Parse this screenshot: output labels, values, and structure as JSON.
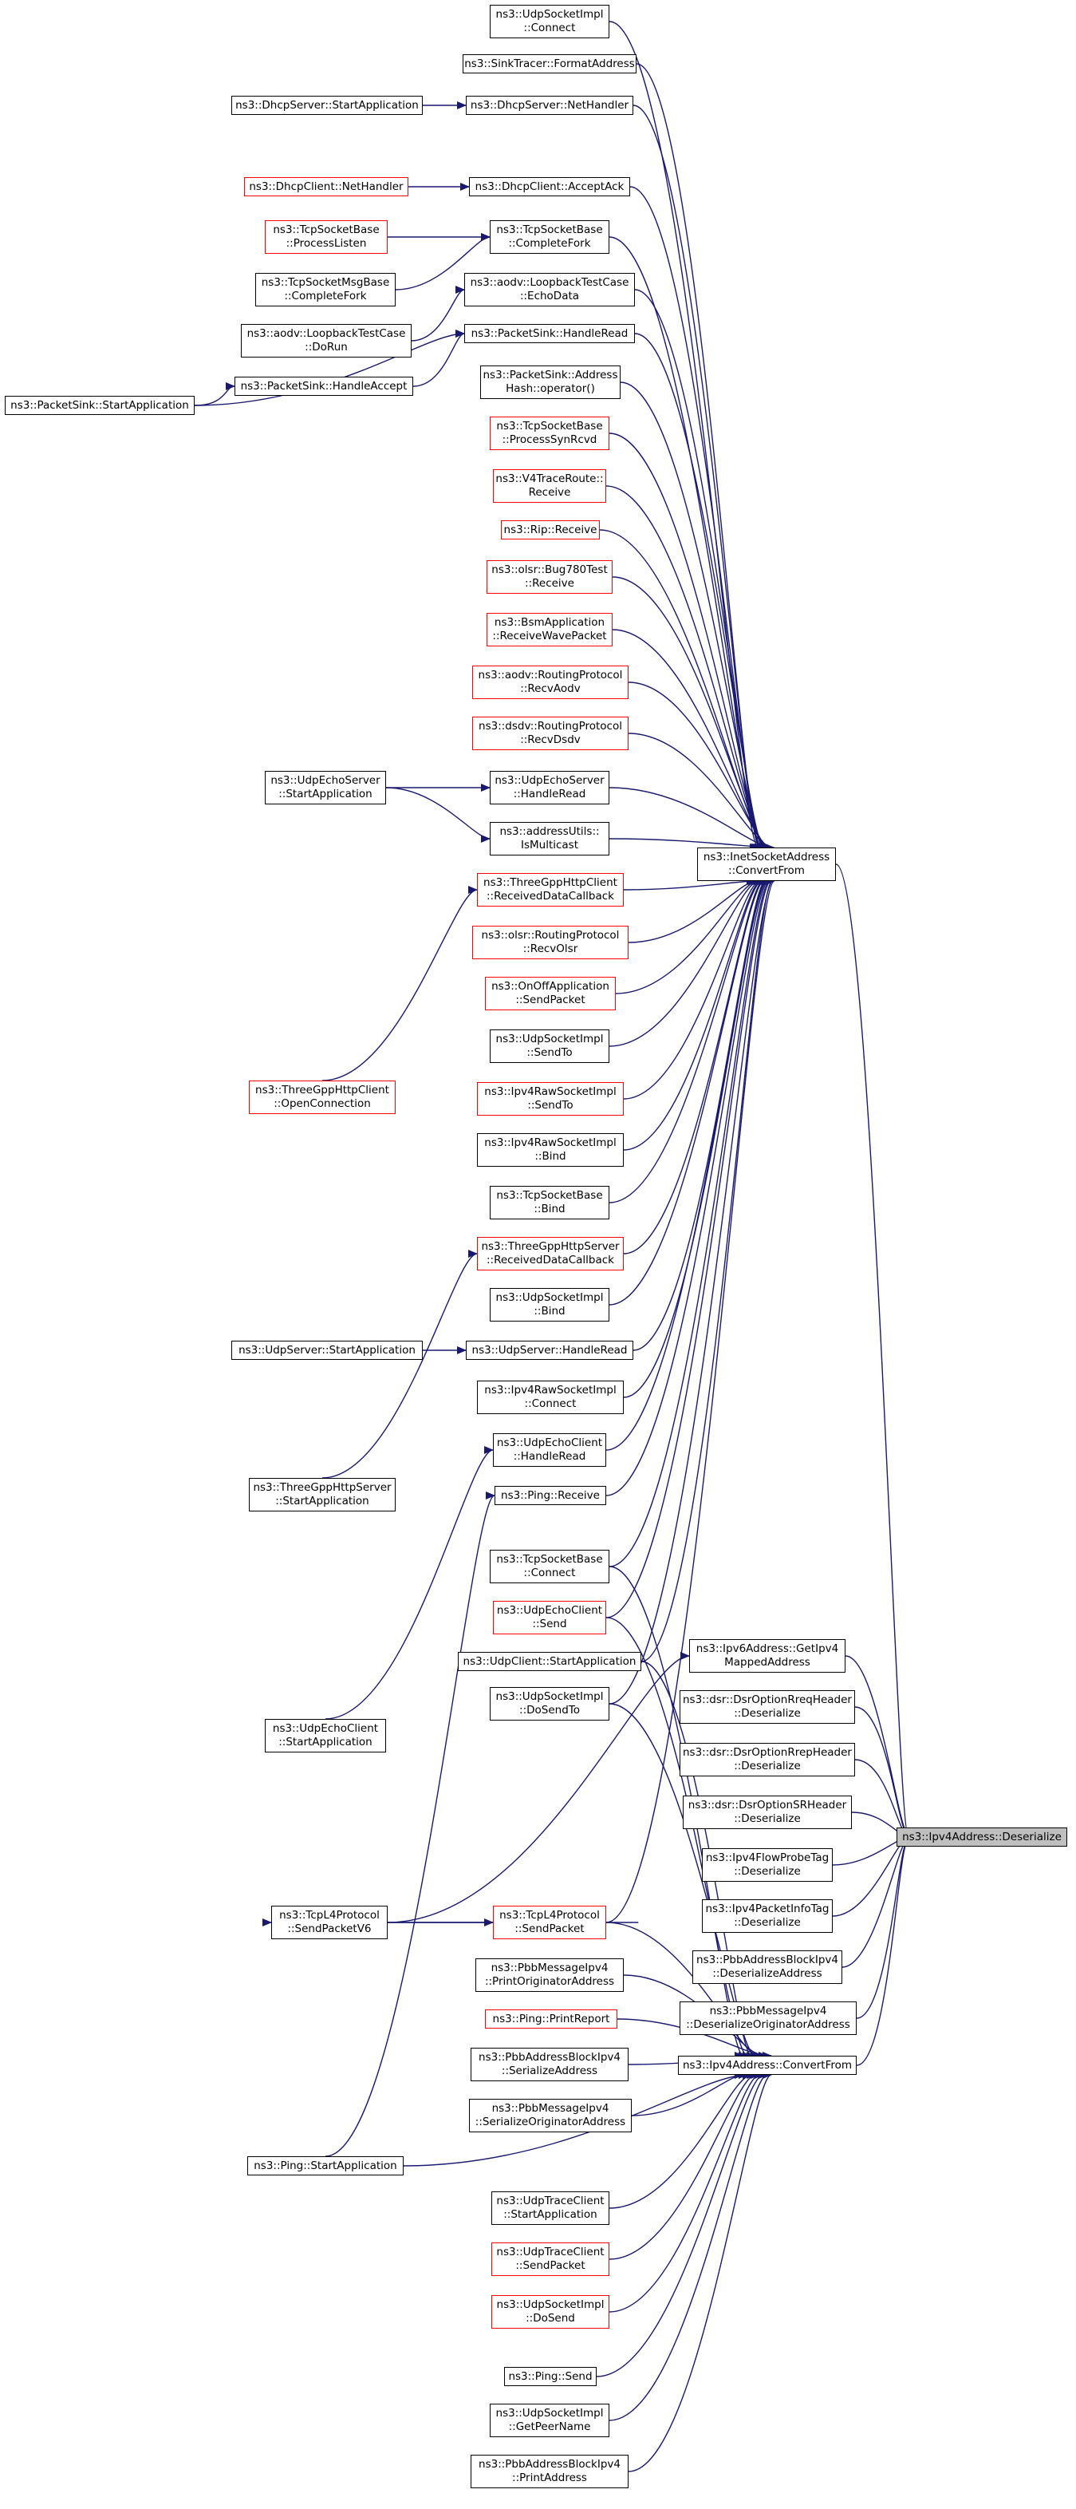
{
  "colors": {
    "edge": "#191970",
    "node_border": "#000000",
    "truncated_border": "#ff0000",
    "target_fill": "#bfbfbf"
  },
  "nodes": {
    "udpsocketimpl_connect": "ns3::UdpSocketImpl\n::Connect",
    "sinktracer_formataddress": "ns3::SinkTracer::FormatAddress",
    "dhcpserver_startapplication": "ns3::DhcpServer::StartApplication",
    "dhcpserver_nethandler": "ns3::DhcpServer::NetHandler",
    "dhcpclient_nethandler": "ns3::DhcpClient::NetHandler",
    "dhcpclient_acceptack": "ns3::DhcpClient::AcceptAck",
    "tcpsocketbase_processlisten": "ns3::TcpSocketBase\n::ProcessListen",
    "tcpsocketbase_completefork": "ns3::TcpSocketBase\n::CompleteFork",
    "tcpsocketmsgbase_completefork": "ns3::TcpSocketMsgBase\n::CompleteFork",
    "aodv_loopbacktestcase_echodata": "ns3::aodv::LoopbackTestCase\n::EchoData",
    "aodv_loopbacktestcase_dorun": "ns3::aodv::LoopbackTestCase\n::DoRun",
    "packetsink_handleread": "ns3::PacketSink::HandleRead",
    "packetsink_handleaccept": "ns3::PacketSink::HandleAccept",
    "packetsink_startapplication": "ns3::PacketSink::StartApplication",
    "packetsink_addresshash": "ns3::PacketSink::Address\nHash::operator()",
    "tcpsocketbase_processsynrcvd": "ns3::TcpSocketBase\n::ProcessSynRcvd",
    "v4traceroute_receive": "ns3::V4TraceRoute::\nReceive",
    "rip_receive": "ns3::Rip::Receive",
    "olsr_bug780test_receive": "ns3::olsr::Bug780Test\n::Receive",
    "bsmapplication_receivewavepacket": "ns3::BsmApplication\n::ReceiveWavePacket",
    "aodv_routingprotocol_recvaodv": "ns3::aodv::RoutingProtocol\n::RecvAodv",
    "dsdv_routingprotocol_recvdsdv": "ns3::dsdv::RoutingProtocol\n::RecvDsdv",
    "udpechoserver_startapplication": "ns3::UdpEchoServer\n::StartApplication",
    "udpechoserver_handleread": "ns3::UdpEchoServer\n::HandleRead",
    "addressutils_ismulticast": "ns3::addressUtils::\nIsMulticast",
    "inetsocketaddress_convertfrom": "ns3::InetSocketAddress\n::ConvertFrom",
    "threegpphttpclient_receiveddatacallback": "ns3::ThreeGppHttpClient\n::ReceivedDataCallback",
    "olsr_routingprotocol_recvolsr": "ns3::olsr::RoutingProtocol\n::RecvOlsr",
    "onoffapplication_sendpacket": "ns3::OnOffApplication\n::SendPacket",
    "udpsocketimpl_sendto": "ns3::UdpSocketImpl\n::SendTo",
    "threegpphttpclient_openconnection": "ns3::ThreeGppHttpClient\n::OpenConnection",
    "ipv4rawsocketimpl_sendto": "ns3::Ipv4RawSocketImpl\n::SendTo",
    "ipv4rawsocketimpl_bind": "ns3::Ipv4RawSocketImpl\n::Bind",
    "tcpsocketbase_bind": "ns3::TcpSocketBase\n::Bind",
    "threegpphttpserver_receiveddatacallback": "ns3::ThreeGppHttpServer\n::ReceivedDataCallback",
    "udpsocketimpl_bind": "ns3::UdpSocketImpl\n::Bind",
    "udpserver_startapplication": "ns3::UdpServer::StartApplication",
    "udpserver_handleread": "ns3::UdpServer::HandleRead",
    "ipv4rawsocketimpl_connect": "ns3::Ipv4RawSocketImpl\n::Connect",
    "udpechoclient_handleread": "ns3::UdpEchoClient\n::HandleRead",
    "threegpphttpserver_startapplication": "ns3::ThreeGppHttpServer\n::StartApplication",
    "ping_receive": "ns3::Ping::Receive",
    "tcpsocketbase_connect": "ns3::TcpSocketBase\n::Connect",
    "udpechoclient_send": "ns3::UdpEchoClient\n::Send",
    "ipv6address_getipv4mappedaddress": "ns3::Ipv6Address::GetIpv4\nMappedAddress",
    "udpclient_startapplication": "ns3::UdpClient::StartApplication",
    "udpsocketimpl_dosendto": "ns3::UdpSocketImpl\n::DoSendTo",
    "dsroptionrreqheader_deserialize": "ns3::dsr::DsrOptionRreqHeader\n::Deserialize",
    "udpechoclient_startapplication": "ns3::UdpEchoClient\n::StartApplication",
    "dsroptionrrepheader_deserialize": "ns3::dsr::DsrOptionRrepHeader\n::Deserialize",
    "dsroptionsrheader_deserialize": "ns3::dsr::DsrOptionSRHeader\n::Deserialize",
    "ipv4address_deserialize": "ns3::Ipv4Address::Deserialize",
    "ipv4flowprobetag_deserialize": "ns3::Ipv4FlowProbeTag\n::Deserialize",
    "ipv4packetinfotag_deserialize": "ns3::Ipv4PacketInfoTag\n::Deserialize",
    "tcpl4protocol_sendpacketv6": "ns3::TcpL4Protocol\n::SendPacketV6",
    "tcpl4protocol_sendpacket": "ns3::TcpL4Protocol\n::SendPacket",
    "pbbaddressblockipv4_deserializeaddress": "ns3::PbbAddressBlockIpv4\n::DeserializeAddress",
    "pbbmessageipv4_printoriginatoraddress": "ns3::PbbMessageIpv4\n::PrintOriginatorAddress",
    "pbbmessageipv4_deserializeoriginatoraddress": "ns3::PbbMessageIpv4\n::DeserializeOriginatorAddress",
    "ping_printreport": "ns3::Ping::PrintReport",
    "pbbaddressblockipv4_serializeaddress": "ns3::PbbAddressBlockIpv4\n::SerializeAddress",
    "ipv4address_convertfrom": "ns3::Ipv4Address::ConvertFrom",
    "pbbmessageipv4_serializeoriginatoraddress": "ns3::PbbMessageIpv4\n::SerializeOriginatorAddress",
    "ping_startapplication": "ns3::Ping::StartApplication",
    "udptraceclient_startapplication": "ns3::UdpTraceClient\n::StartApplication",
    "udptraceclient_sendpacket": "ns3::UdpTraceClient\n::SendPacket",
    "udpsocketimpl_dosend": "ns3::UdpSocketImpl\n::DoSend",
    "ping_send": "ns3::Ping::Send",
    "udpsocketimpl_getpeername": "ns3::UdpSocketImpl\n::GetPeerName",
    "pbbaddressblockipv4_printaddress": "ns3::PbbAddressBlockIpv4\n::PrintAddress"
  }
}
